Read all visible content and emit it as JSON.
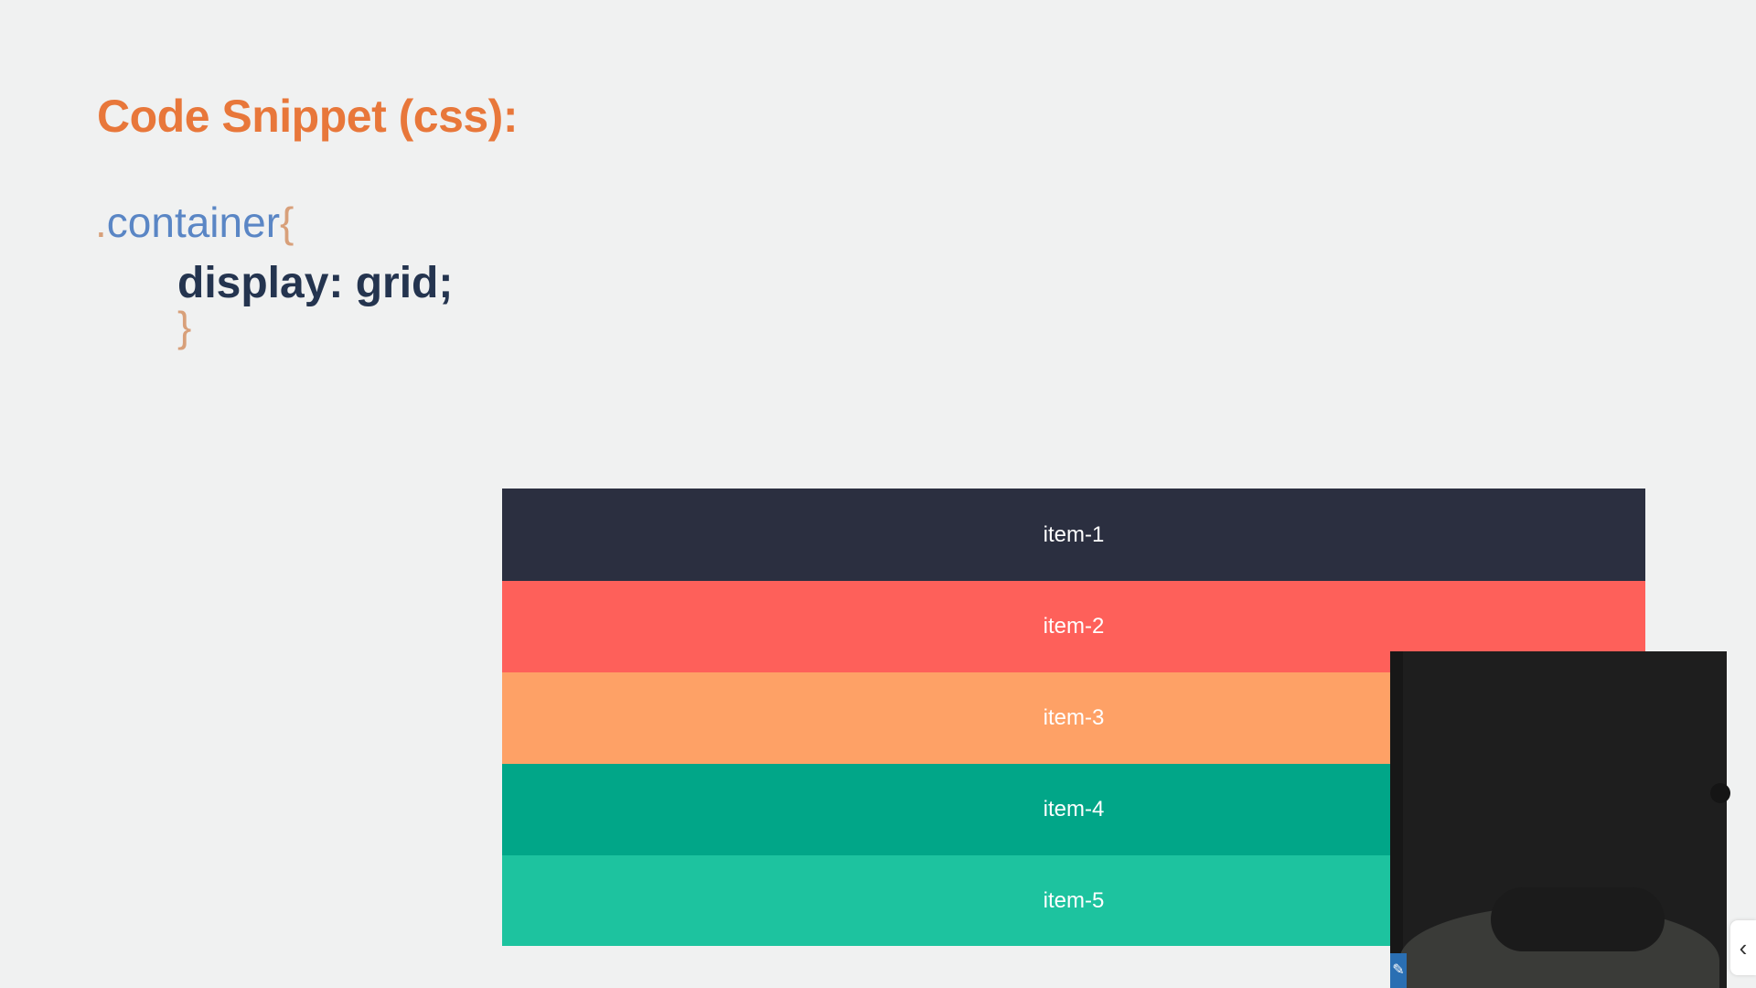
{
  "heading": "Code Snippet (css):",
  "code": {
    "selector_dot": ".",
    "selector_name": "container",
    "open_brace": "{",
    "declaration": "display: grid;",
    "close_brace": "}"
  },
  "grid_items": [
    {
      "label": "item-1",
      "color": "#2b2f40"
    },
    {
      "label": "item-2",
      "color": "#fe605a"
    },
    {
      "label": "item-3",
      "color": "#fea166"
    },
    {
      "label": "item-4",
      "color": "#01a688"
    },
    {
      "label": "item-5",
      "color": "#1dc39f"
    }
  ],
  "colors": {
    "background": "#f0f1f1",
    "heading": "#e8773a",
    "selector": "#5a86c5",
    "punctuation": "#d8a07a",
    "declaration": "#24344f"
  },
  "webcam": {
    "icon": "edit-icon",
    "badge_glyph": "✎"
  },
  "collapse_tab": {
    "icon": "chevron-left-icon",
    "glyph": "‹"
  }
}
